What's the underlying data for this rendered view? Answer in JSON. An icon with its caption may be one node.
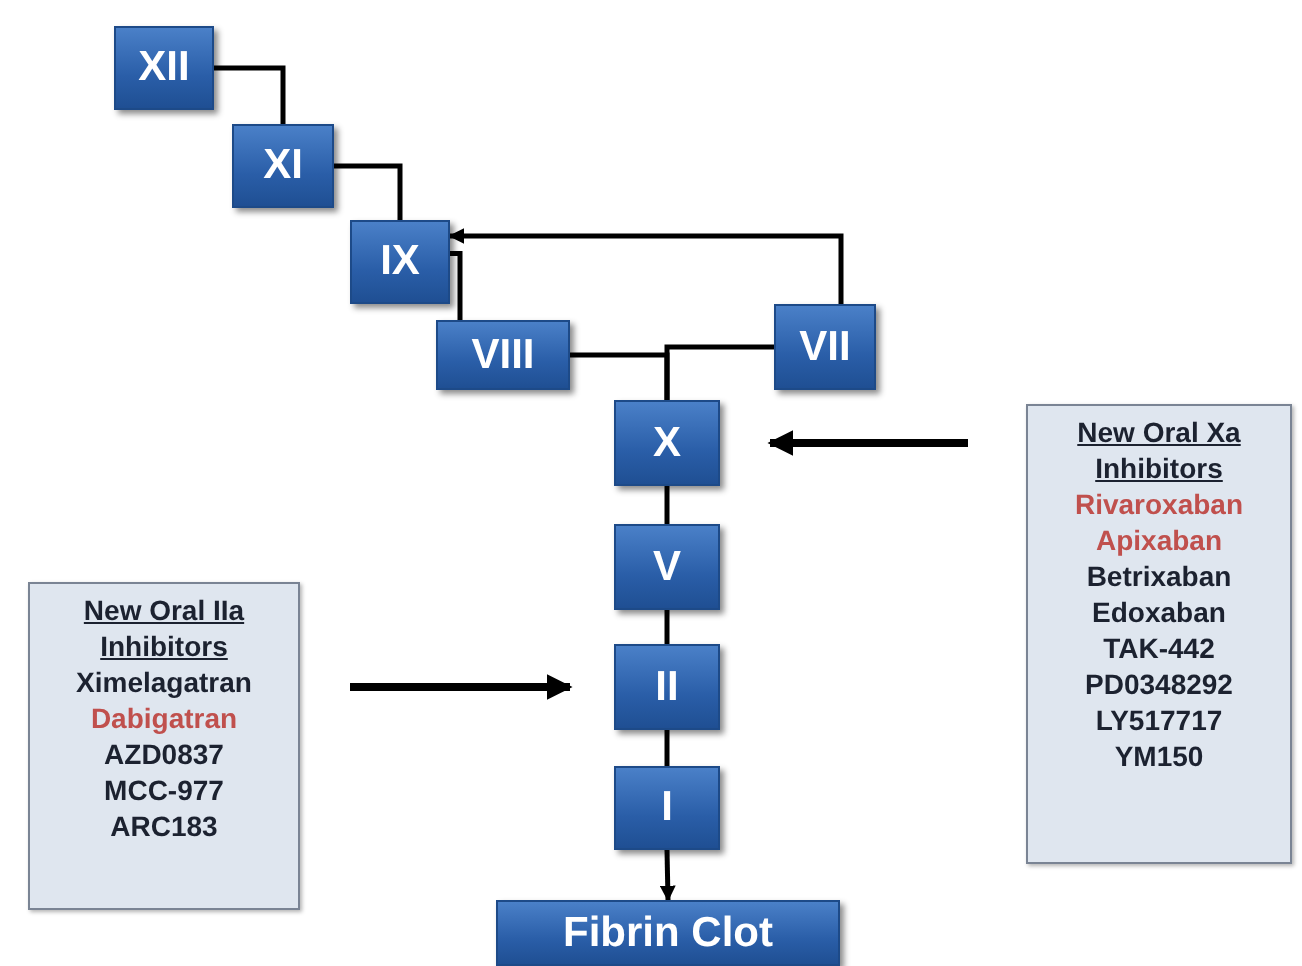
{
  "diagram": {
    "nodes": [
      {
        "text": [
          "XII"
        ]
      },
      {
        "text": [
          "XI"
        ]
      },
      {
        "text": [
          "IX"
        ]
      },
      {
        "text": [
          "VIII"
        ]
      },
      {
        "text": [
          "VII"
        ]
      },
      {
        "text": [
          "X"
        ]
      },
      {
        "text": [
          "V"
        ]
      },
      {
        "text": [
          "II"
        ]
      },
      {
        "text": [
          "I"
        ]
      },
      {
        "text": [
          "Fibrin Clot"
        ]
      },
      {
        "text": [
          "New Oral IIa Inhibitors",
          "Ximelagatran",
          "Dabigatran",
          "AZD0837",
          "MCC-977",
          "ARC183"
        ]
      },
      {
        "text": [
          "New Oral Xa Inhibitors",
          "Rivaroxaban",
          "Apixaban",
          "Betrixaban",
          "Edoxaban",
          "TAK-442",
          "PD0348292",
          "LY517717",
          "YM150"
        ]
      }
    ],
    "edges": [
      {
        "from": 0,
        "to": 1,
        "arrow": "none"
      },
      {
        "from": 1,
        "to": 2,
        "arrow": "none"
      },
      {
        "from": 2,
        "to": 3,
        "arrow": "none"
      },
      {
        "from": 4,
        "to": 2,
        "arrow": "to"
      },
      {
        "from": 3,
        "to": 5,
        "arrow": "none"
      },
      {
        "from": 4,
        "to": 5,
        "arrow": "none"
      },
      {
        "from": 5,
        "to": 6,
        "arrow": "none"
      },
      {
        "from": 6,
        "to": 7,
        "arrow": "none"
      },
      {
        "from": 7,
        "to": 8,
        "arrow": "none"
      },
      {
        "from": 8,
        "to": 9,
        "arrow": "to"
      },
      {
        "from": 11,
        "to": 5,
        "arrow": "to"
      },
      {
        "from": 10,
        "to": 7,
        "arrow": "to"
      }
    ]
  }
}
